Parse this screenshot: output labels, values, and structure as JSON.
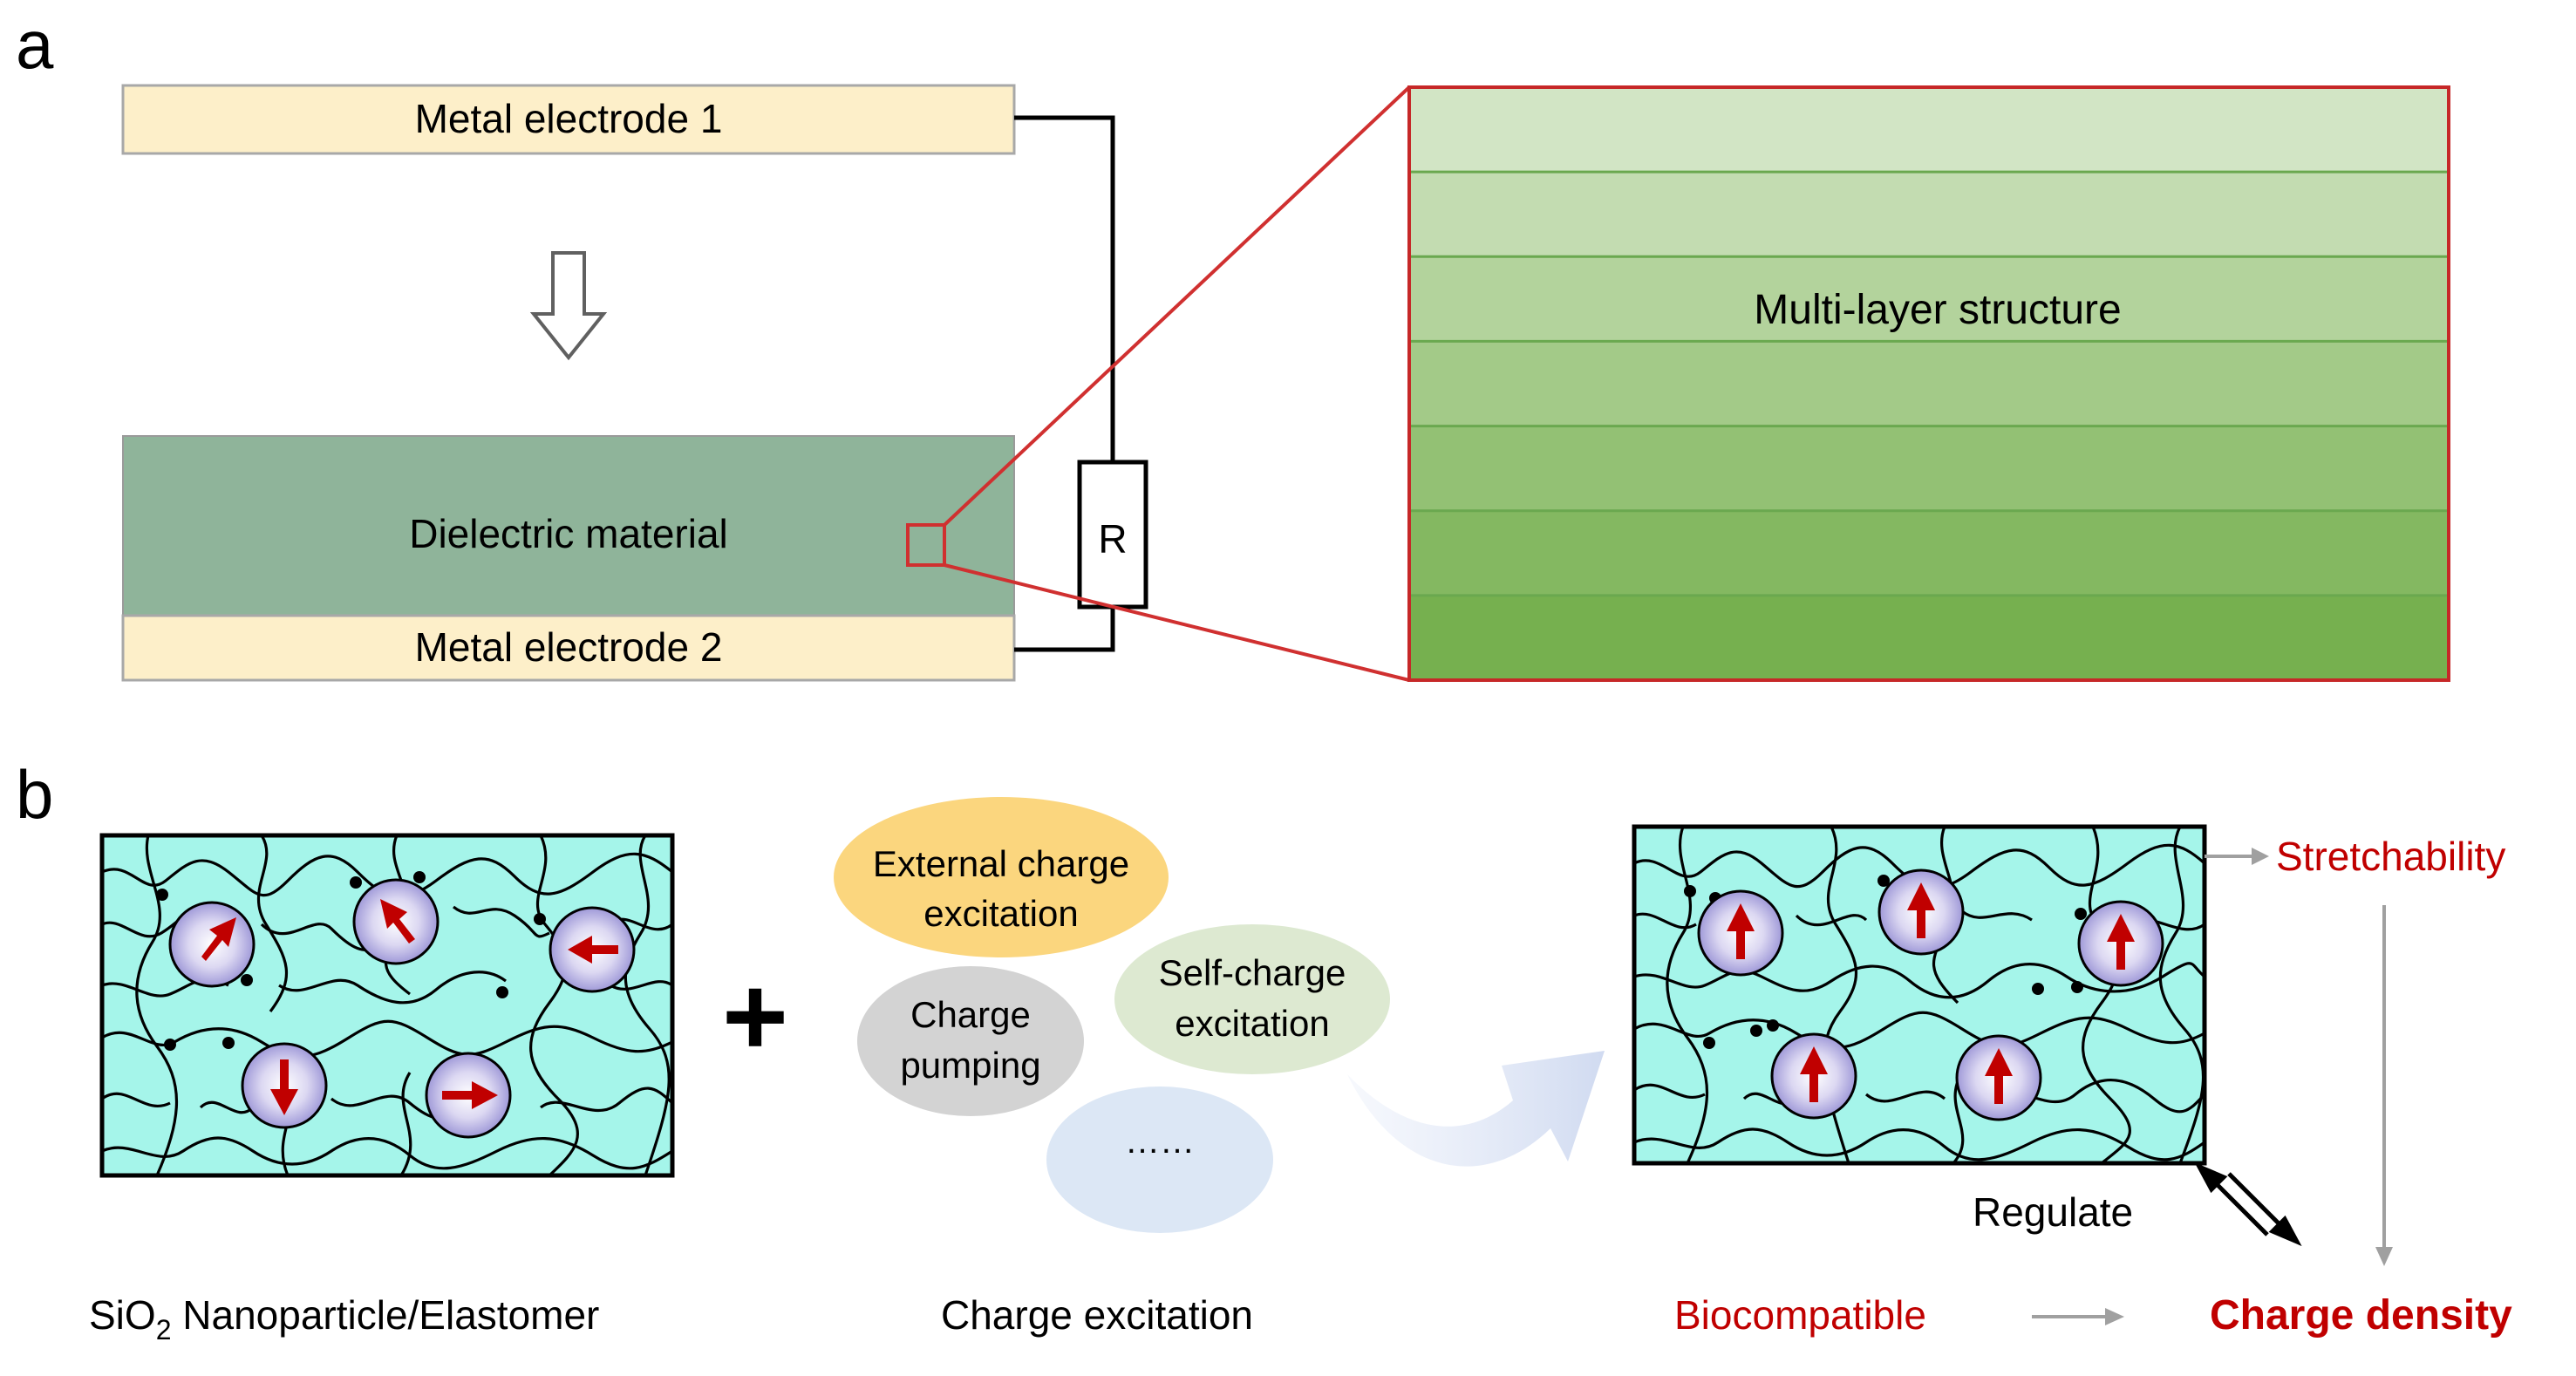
{
  "panel_a": {
    "letter": "a",
    "electrode_top": "Metal electrode 1",
    "dielectric": "Dielectric material",
    "electrode_bottom": "Metal electrode 2",
    "resistor": "R",
    "multilayer": "Multi-layer structure"
  },
  "panel_b": {
    "letter": "b",
    "composite_caption_pre": "SiO",
    "composite_caption_sub": "2",
    "composite_caption_post": " Nanoparticle/Elastomer",
    "plus": "+",
    "excitation": {
      "external_line1": "External charge",
      "external_line2": "excitation",
      "self_line1": "Self-charge",
      "self_line2": "excitation",
      "pumping_line1": "Charge",
      "pumping_line2": "pumping",
      "more": "……",
      "caption": "Charge excitation"
    },
    "stretchability": "Stretchability",
    "regulate": "Regulate",
    "biocompatible": "Biocompatible",
    "charge_density": "Charge density"
  },
  "colors": {
    "electrode": "#fdefc9",
    "dielectric": "#8fb49a",
    "accent_red": "#c00000",
    "zoom_red": "#d03030",
    "composite_fill": "#a5f5ea",
    "external_ellipse": "#fbd67e",
    "pumping_ellipse": "#d3d3d3",
    "self_ellipse": "#dde9d1",
    "more_ellipse": "#dce7f5",
    "layer_greens": [
      "#d2e5c5",
      "#c3dcb1",
      "#b3d39c",
      "#a3ca88",
      "#93c174",
      "#84b861",
      "#76b04f"
    ]
  }
}
